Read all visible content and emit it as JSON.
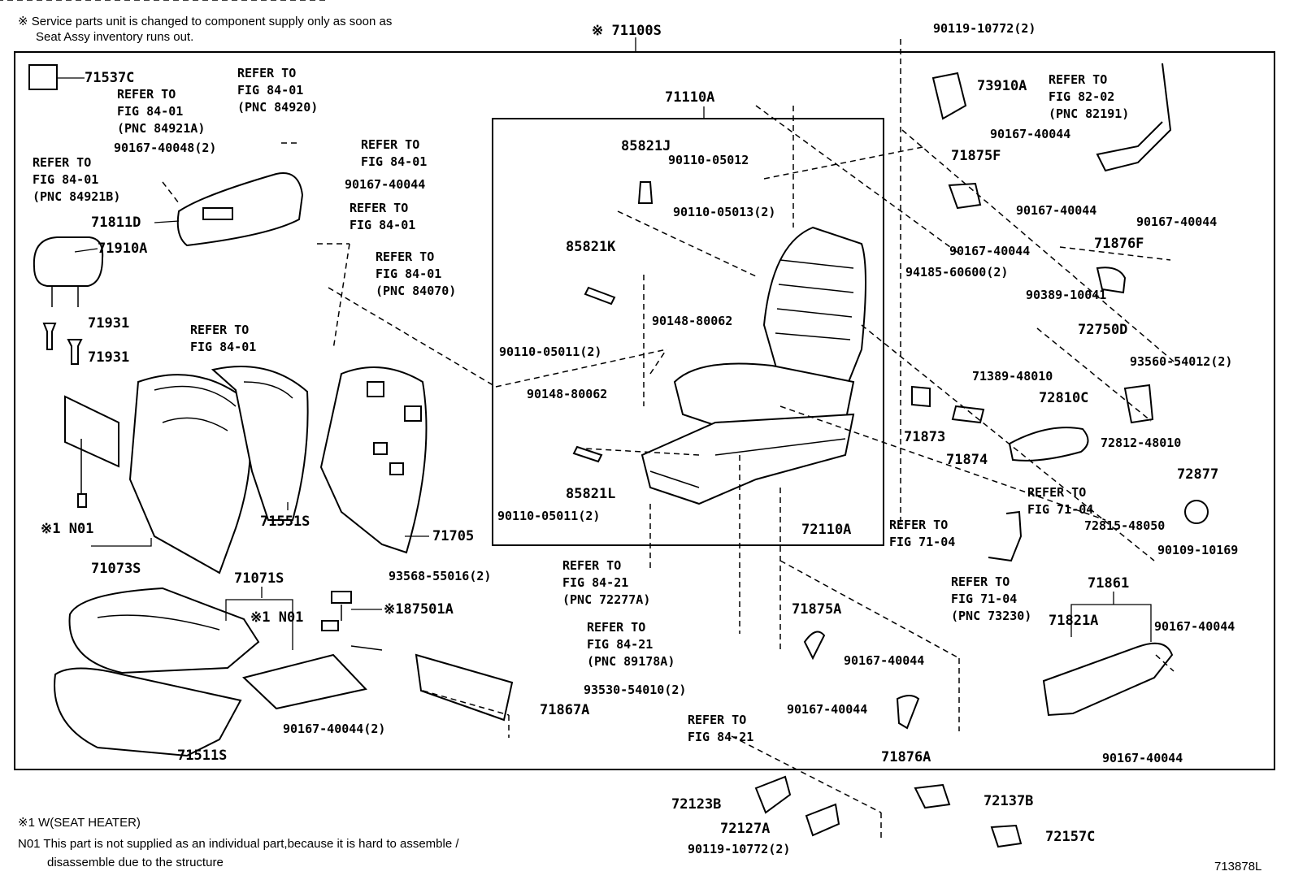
{
  "notes": {
    "top_line1": "※ Service parts unit is changed to component supply only as soon as",
    "top_line2": "Seat Assy inventory runs out.",
    "legend_w": "※1 W(SEAT HEATER)",
    "legend_n01_line1": "N01 This part is not supplied as an individual part,because it is hard to assemble /",
    "legend_n01_line2": "disassemble due to the structure",
    "figure_id": "713878L"
  },
  "assembly_label": "※ 71100S",
  "sub_assembly_label": "71110A",
  "parts": [
    {
      "id": "p71537C",
      "text": "71537C"
    },
    {
      "id": "p90167_40048",
      "text": "90167-40048(2)"
    },
    {
      "id": "p71811D",
      "text": "71811D"
    },
    {
      "id": "p90167_40044_a",
      "text": "90167-40044"
    },
    {
      "id": "p71910A",
      "text": "71910A"
    },
    {
      "id": "p71931_a",
      "text": "71931"
    },
    {
      "id": "p71931_b",
      "text": "71931"
    },
    {
      "id": "pN01_a",
      "text": "※1 N01"
    },
    {
      "id": "p71073S",
      "text": "71073S"
    },
    {
      "id": "p71551S",
      "text": "71551S"
    },
    {
      "id": "p71705",
      "text": "71705"
    },
    {
      "id": "p93568",
      "text": "93568-55016(2)"
    },
    {
      "id": "p71071S",
      "text": "71071S"
    },
    {
      "id": "pN01_b",
      "text": "※1 N01"
    },
    {
      "id": "p87501A",
      "text": "※187501A"
    },
    {
      "id": "p90167_40044_2",
      "text": "90167-40044(2)"
    },
    {
      "id": "p71511S",
      "text": "71511S"
    },
    {
      "id": "p85821J",
      "text": "85821J"
    },
    {
      "id": "p90110_05012",
      "text": "90110-05012"
    },
    {
      "id": "p90110_05013",
      "text": "90110-05013(2)"
    },
    {
      "id": "p85821K",
      "text": "85821K"
    },
    {
      "id": "p90148_80062_a",
      "text": "90148-80062"
    },
    {
      "id": "p90110_05011_a",
      "text": "90110-05011(2)"
    },
    {
      "id": "p90148_80062_b",
      "text": "90148-80062"
    },
    {
      "id": "p85821L",
      "text": "85821L"
    },
    {
      "id": "p90110_05011_b",
      "text": "90110-05011(2)"
    },
    {
      "id": "p72110A",
      "text": "72110A"
    },
    {
      "id": "p93530",
      "text": "93530-54010(2)"
    },
    {
      "id": "p71867A",
      "text": "71867A"
    },
    {
      "id": "p90119_top",
      "text": "90119-10772(2)"
    },
    {
      "id": "p73910A",
      "text": "73910A"
    },
    {
      "id": "p71875F",
      "text": "71875F"
    },
    {
      "id": "p90167_40044_b",
      "text": "90167-40044"
    },
    {
      "id": "p90167_40044_c",
      "text": "90167-40044"
    },
    {
      "id": "p90167_40044_d",
      "text": "90167-40044"
    },
    {
      "id": "p90167_40044_e",
      "text": "90167-40044"
    },
    {
      "id": "p71876F",
      "text": "71876F"
    },
    {
      "id": "p94185",
      "text": "94185-60600(2)"
    },
    {
      "id": "p90389",
      "text": "90389-10041"
    },
    {
      "id": "p72750D",
      "text": "72750D"
    },
    {
      "id": "p93560",
      "text": "93560-54012(2)"
    },
    {
      "id": "p71389",
      "text": "71389-48010"
    },
    {
      "id": "p72810C",
      "text": "72810C"
    },
    {
      "id": "p71873",
      "text": "71873"
    },
    {
      "id": "p71874",
      "text": "71874"
    },
    {
      "id": "p72812",
      "text": "72812-48010"
    },
    {
      "id": "p72877",
      "text": "72877"
    },
    {
      "id": "p72815",
      "text": "72815-48050"
    },
    {
      "id": "p90109",
      "text": "90109-10169"
    },
    {
      "id": "p71861",
      "text": "71861"
    },
    {
      "id": "p71821A",
      "text": "71821A"
    },
    {
      "id": "p90167_40044_f",
      "text": "90167-40044"
    },
    {
      "id": "p90167_40044_g",
      "text": "90167-40044"
    },
    {
      "id": "p71875A",
      "text": "71875A"
    },
    {
      "id": "p90167_40044_h",
      "text": "90167-40044"
    },
    {
      "id": "p90167_40044_i",
      "text": "90167-40044"
    },
    {
      "id": "p71876A",
      "text": "71876A"
    },
    {
      "id": "p72123B",
      "text": "72123B"
    },
    {
      "id": "p72127A",
      "text": "72127A"
    },
    {
      "id": "p90119_bottom",
      "text": "90119-10772(2)"
    },
    {
      "id": "p72137B",
      "text": "72137B"
    },
    {
      "id": "p72157C",
      "text": "72157C"
    }
  ],
  "refs": [
    {
      "id": "r1",
      "text": "REFER TO\nFIG 84-01\n(PNC 84921A)"
    },
    {
      "id": "r2",
      "text": "REFER TO\nFIG 84-01\n(PNC 84921B)"
    },
    {
      "id": "r3",
      "text": "REFER TO\nFIG 84-01\n(PNC 84920)"
    },
    {
      "id": "r4",
      "text": "REFER TO\nFIG 84-01"
    },
    {
      "id": "r5",
      "text": "REFER TO\nFIG 84-01"
    },
    {
      "id": "r6",
      "text": "REFER TO\nFIG 84-01\n(PNC 84070)"
    },
    {
      "id": "r7",
      "text": "REFER TO\nFIG 84-01"
    },
    {
      "id": "r8",
      "text": "REFER TO\nFIG 82-02\n(PNC 82191)"
    },
    {
      "id": "r9",
      "text": "REFER TO\nFIG 71-04"
    },
    {
      "id": "r10",
      "text": "REFER TO\nFIG 71-04"
    },
    {
      "id": "r11",
      "text": "REFER TO\nFIG 71-04\n(PNC 73230)"
    },
    {
      "id": "r12",
      "text": "REFER TO\nFIG 84-21\n(PNC 72277A)"
    },
    {
      "id": "r13",
      "text": "REFER TO\nFIG 84-21\n(PNC 89178A)"
    },
    {
      "id": "r14",
      "text": "REFER TO\nFIG 84-21"
    }
  ]
}
